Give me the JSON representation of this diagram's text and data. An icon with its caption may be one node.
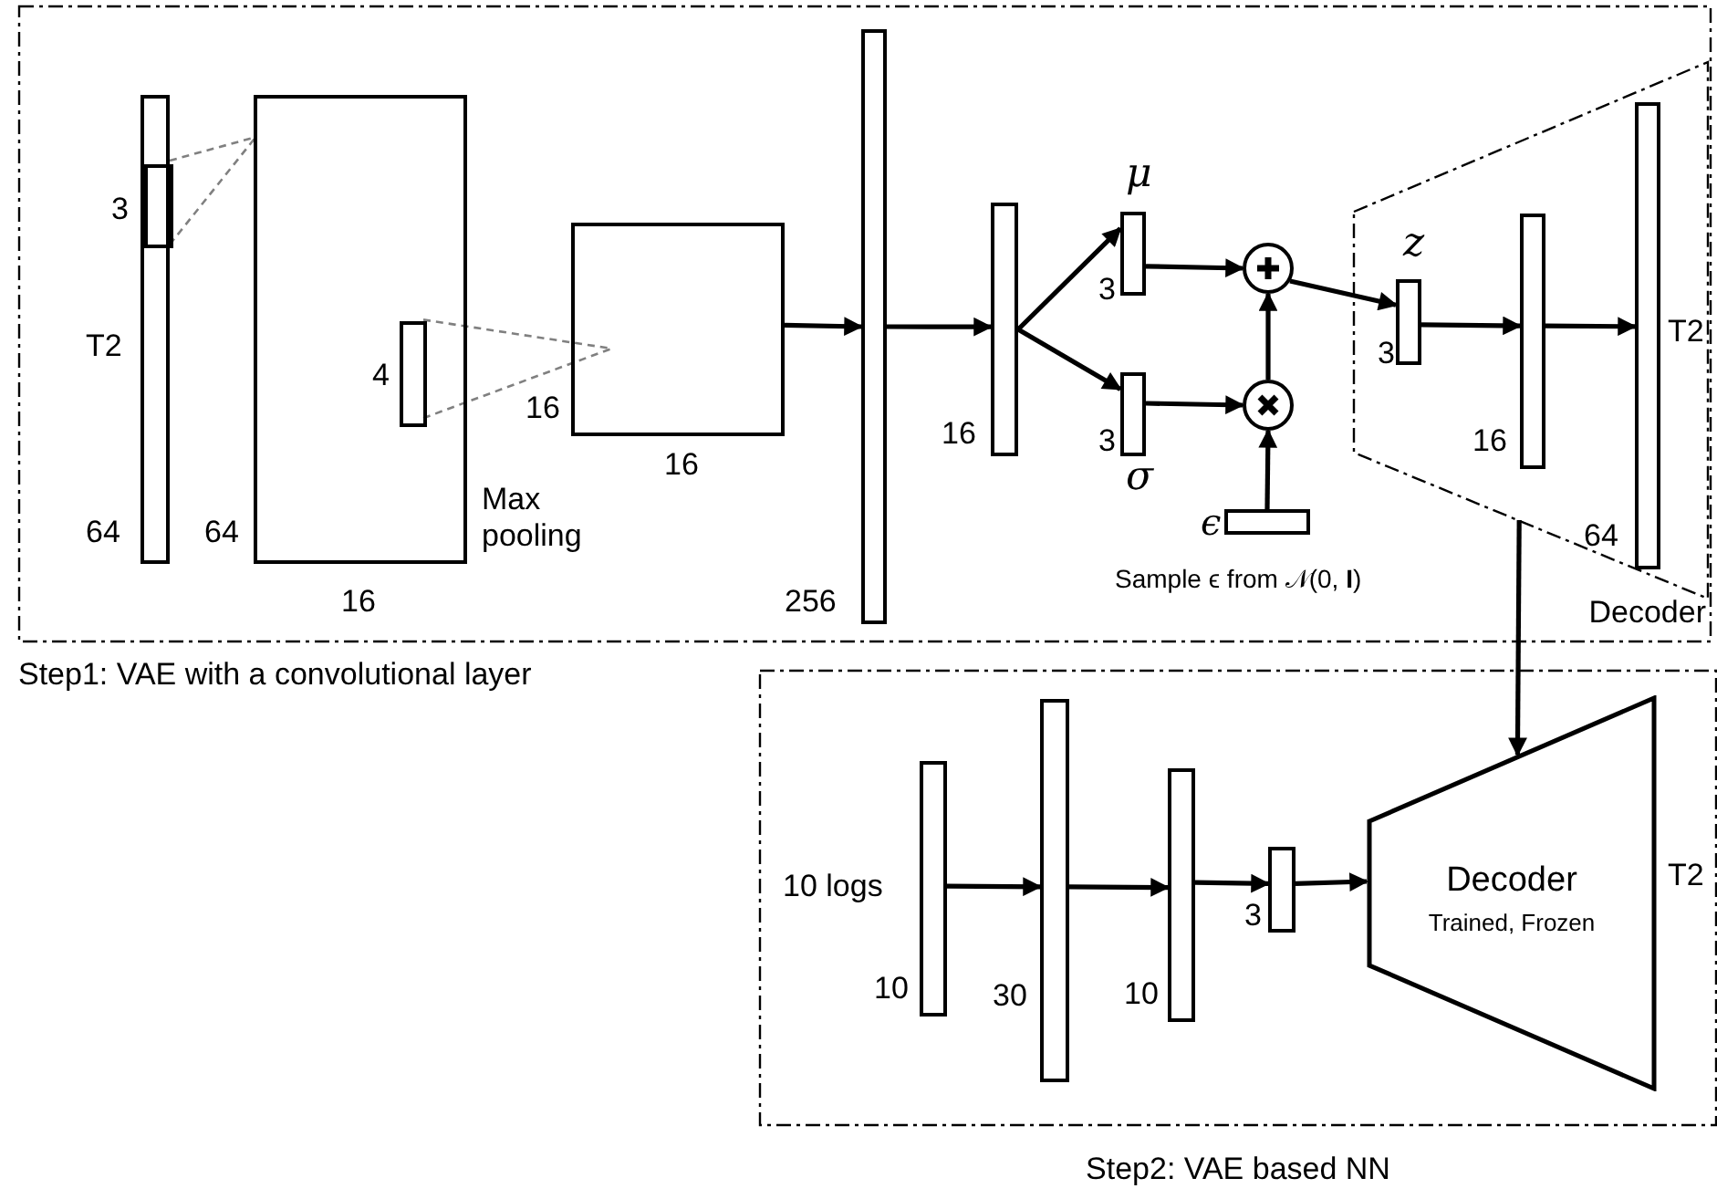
{
  "diagram": {
    "nodes": [
      {
        "text": [
          "Step1: VAE with a convolutional layer"
        ]
      },
      {
        "text": [],
        "shape": "bar",
        "in": 0,
        "beside": [
          "T2",
          "64"
        ]
      },
      {
        "text": [],
        "shape": "box",
        "in": 1,
        "beside": [
          "3"
        ]
      },
      {
        "text": [],
        "shape": "box",
        "in": 0,
        "beside": [
          "64",
          "16",
          "Max pooling"
        ]
      },
      {
        "text": [],
        "shape": "box",
        "in": 3,
        "beside": [
          "4"
        ]
      },
      {
        "text": [],
        "shape": "box",
        "in": 0,
        "beside": [
          "16",
          "16"
        ]
      },
      {
        "text": [],
        "shape": "bar",
        "in": 0,
        "beside": [
          "256"
        ]
      },
      {
        "text": [],
        "shape": "bar",
        "in": 0,
        "beside": [
          "16"
        ]
      },
      {
        "text": [],
        "shape": "bar",
        "in": 0,
        "beside": [
          "μ",
          "3"
        ]
      },
      {
        "text": [],
        "shape": "bar",
        "in": 0,
        "beside": [
          "3",
          "σ"
        ]
      },
      {
        "text": [],
        "shape": "circle",
        "in": 0
      },
      {
        "text": [],
        "shape": "circle",
        "in": 0
      },
      {
        "text": [],
        "shape": "bar",
        "in": 0,
        "beside": [
          "ϵ",
          "Sample ϵ from 𝒩(0, **I**)"
        ]
      },
      {
        "text": [
          "Decoder"
        ],
        "in": 0
      },
      {
        "text": [],
        "shape": "bar",
        "in": 13,
        "beside": [
          "z",
          "3"
        ]
      },
      {
        "text": [],
        "shape": "bar",
        "in": 13,
        "beside": [
          "16"
        ]
      },
      {
        "text": [],
        "shape": "bar",
        "in": 13,
        "beside": [
          "T2",
          "64"
        ]
      },
      {
        "text": [
          "Step2: VAE based NN"
        ]
      },
      {
        "text": [],
        "shape": "bar",
        "in": 17,
        "beside": [
          "10 logs",
          "10"
        ]
      },
      {
        "text": [],
        "shape": "bar",
        "in": 17,
        "beside": [
          "30"
        ]
      },
      {
        "text": [],
        "shape": "bar",
        "in": 17,
        "beside": [
          "10"
        ]
      },
      {
        "text": [],
        "shape": "bar",
        "in": 17,
        "beside": [
          "3"
        ]
      },
      {
        "text": [
          "Decoder",
          "Trained, Frozen"
        ],
        "in": 17,
        "beside": [
          "T2"
        ]
      }
    ],
    "edges": [
      {
        "from": 2,
        "to": 3,
        "arrow": "none",
        "style": "dashed",
        "color": "#808080"
      },
      {
        "from": 4,
        "to": 5,
        "arrow": "none",
        "style": "dashed",
        "color": "#808080"
      },
      {
        "from": 5,
        "to": 6,
        "arrow": "to"
      },
      {
        "from": 6,
        "to": 7,
        "arrow": "to"
      },
      {
        "from": 7,
        "to": 8,
        "arrow": "to"
      },
      {
        "from": 7,
        "to": 9,
        "arrow": "to"
      },
      {
        "from": 8,
        "to": 10,
        "arrow": "to"
      },
      {
        "from": 9,
        "to": 11,
        "arrow": "to"
      },
      {
        "from": 12,
        "to": 11,
        "arrow": "to"
      },
      {
        "from": 11,
        "to": 10,
        "arrow": "to"
      },
      {
        "from": 10,
        "to": 14,
        "arrow": "to"
      },
      {
        "from": 14,
        "to": 15,
        "arrow": "to"
      },
      {
        "from": 15,
        "to": 16,
        "arrow": "to"
      },
      {
        "from": 13,
        "to": 22,
        "arrow": "to"
      },
      {
        "from": 18,
        "to": 19,
        "arrow": "to"
      },
      {
        "from": 19,
        "to": 20,
        "arrow": "to"
      },
      {
        "from": 20,
        "to": 21,
        "arrow": "to"
      },
      {
        "from": 21,
        "to": 22,
        "arrow": "to"
      }
    ]
  }
}
